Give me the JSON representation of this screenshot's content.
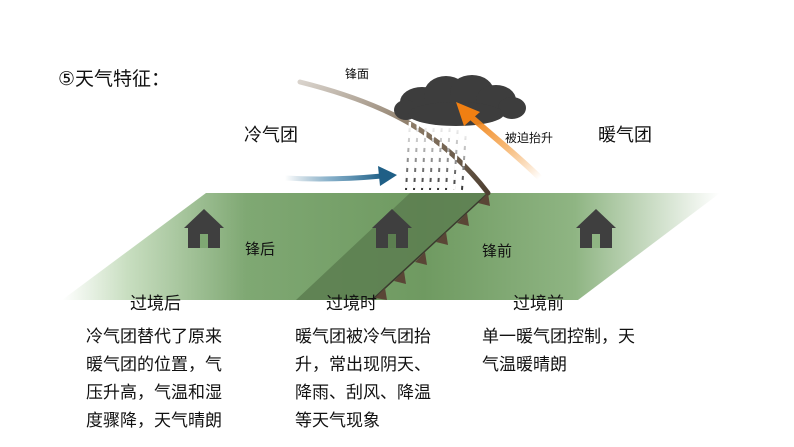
{
  "section_title": "⑤天气特征：",
  "labels": {
    "front": "锋面",
    "lifted": "被迫抬升",
    "cold_air_mass": "冷气团",
    "warm_air_mass": "暖气团",
    "behind_front": "锋后",
    "ahead_front": "锋前"
  },
  "stages": [
    {
      "title": "过境后",
      "lines": [
        "冷气团替代了原来",
        "暖气团的位置，气",
        "压升高，气温和湿",
        "度骤降，天气晴朗"
      ]
    },
    {
      "title": "过境时",
      "lines": [
        "暖气团被冷气团抬",
        "升，常出现阴天、",
        "降雨、刮风、降温",
        "等天气现象"
      ]
    },
    {
      "title": "过境前",
      "lines": [
        "单一暖气团控制，天",
        "气温暖晴朗"
      ]
    }
  ],
  "icons": {
    "house": "house-icon",
    "cloud": "storm-cloud-icon",
    "cold_arrow": "cold-air-arrow-icon",
    "warm_arrow": "warm-air-arrow-icon",
    "rain": "rain-icon"
  },
  "colors": {
    "ground_green": "#6f9a61",
    "overlap_zone": "#5c7e50",
    "cold_arrow": "#1f5f86",
    "warm_arrow": "#f08a1e",
    "front_line": "#6b5a47",
    "house": "#3f3f3f",
    "cloud": "#3d3d3d"
  }
}
